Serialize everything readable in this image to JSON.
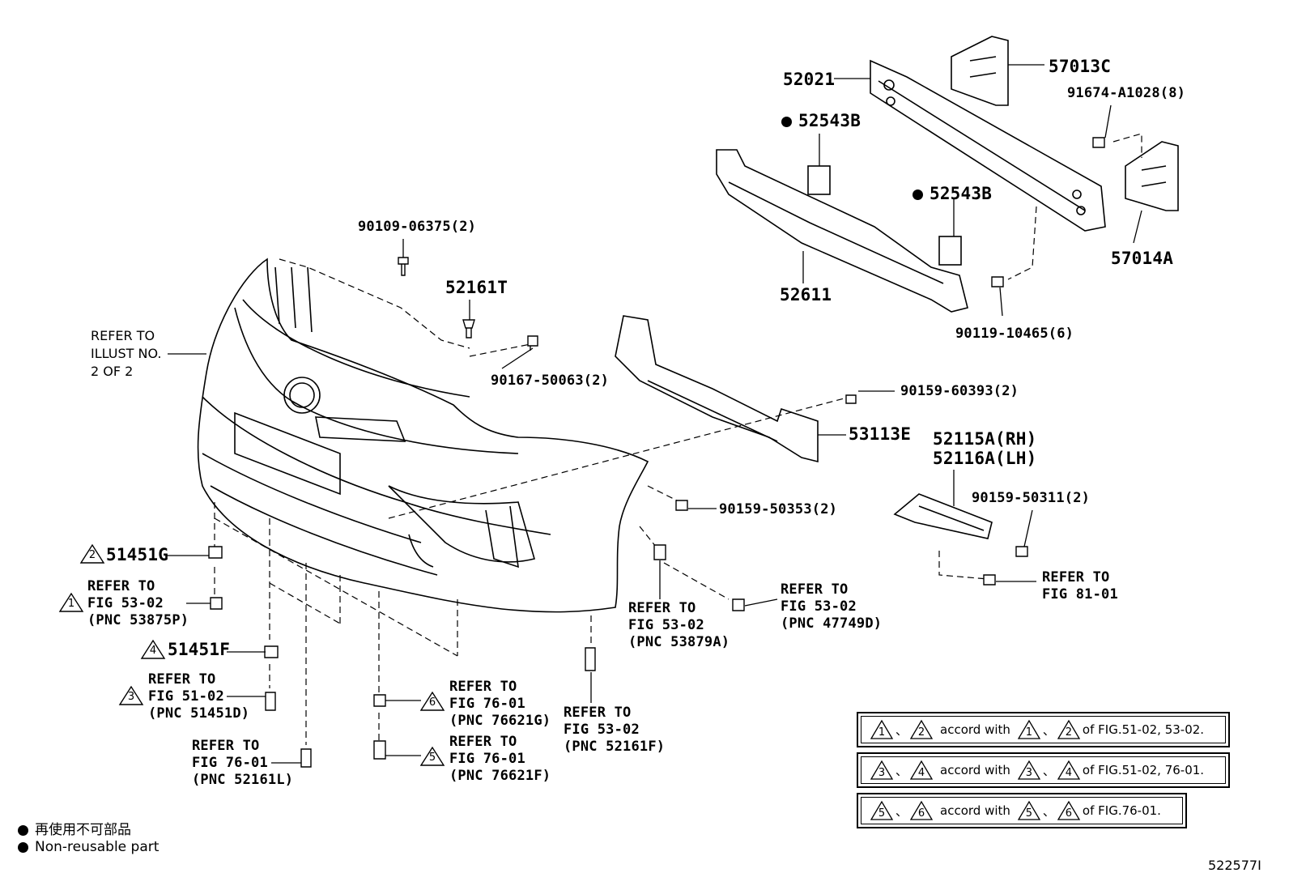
{
  "labels": {
    "p52021": "52021",
    "p57013C": "57013C",
    "p91674": "91674-A1028(8)",
    "p52543B_a": "52543B",
    "p52543B_b": "52543B",
    "p57014A": "57014A",
    "p52611": "52611",
    "p90119": "90119-10465(6)",
    "p90109": "90109-06375(2)",
    "p52161T": "52161T",
    "p90167": "90167-50063(2)",
    "p90159_60393": "90159-60393(2)",
    "p53113E": "53113E",
    "p52115A": "52115A(RH)",
    "p52116A": "52116A(LH)",
    "p90159_50311": "90159-50311(2)",
    "p90159_50353": "90159-50353(2)",
    "p51451G": "51451G",
    "p51451F": "51451F",
    "refer_illust": [
      "REFER TO",
      "ILLUST NO.",
      "2 OF 2"
    ],
    "ref1": [
      "REFER TO",
      "FIG 53-02",
      "(PNC 53875P)"
    ],
    "ref3": [
      "REFER TO",
      "FIG 51-02",
      "(PNC 51451D)"
    ],
    "ref7601_L": [
      "REFER TO",
      "FIG 76-01",
      "(PNC 52161L)"
    ],
    "ref6": [
      "REFER TO",
      "FIG 76-01",
      "(PNC 76621G)"
    ],
    "ref5": [
      "REFER TO",
      "FIG 76-01",
      "(PNC 76621F)"
    ],
    "ref5302_F": [
      "REFER TO",
      "FIG 53-02",
      "(PNC 52161F)"
    ],
    "ref5302_A": [
      "REFER TO",
      "FIG 53-02",
      "(PNC 53879A)"
    ],
    "ref5302_D": [
      "REFER TO",
      "FIG 53-02",
      "(PNC 47749D)"
    ],
    "ref8101": [
      "REFER TO",
      "FIG 81-01"
    ]
  },
  "markers": {
    "m1": "1",
    "m2": "2",
    "m3": "3",
    "m4": "4",
    "m5": "5",
    "m6": "6"
  },
  "notes": [
    {
      "a": "1",
      "b": "2",
      "text": "accord with",
      "fig": "of FIG.51-02, 53-02."
    },
    {
      "a": "3",
      "b": "4",
      "text": "accord with",
      "fig": "of FIG.51-02, 76-01."
    },
    {
      "a": "5",
      "b": "6",
      "text": "accord with",
      "fig": "of FIG.76-01."
    }
  ],
  "note_sep": "、",
  "legend": {
    "jp": "再使用不可部品",
    "en": "Non-reusable part"
  },
  "figure_id": "522577I"
}
